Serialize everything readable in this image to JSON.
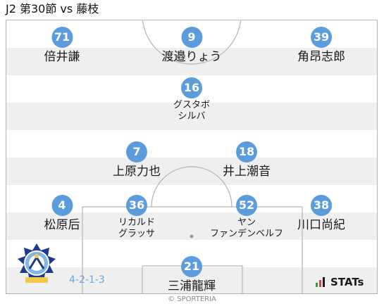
{
  "header": {
    "title": "J2 第30節 vs 藤枝"
  },
  "players": [
    {
      "number": "71",
      "name": "倍井謙"
    },
    {
      "number": "9",
      "name": "渡邉りょう"
    },
    {
      "number": "39",
      "name": "角昂志郎"
    },
    {
      "number": "16",
      "name_line1": "グスタボ",
      "name_line2": "シルバ"
    },
    {
      "number": "7",
      "name": "上原力也"
    },
    {
      "number": "18",
      "name": "井上潮音"
    },
    {
      "number": "4",
      "name": "松原后"
    },
    {
      "number": "36",
      "name_line1": "リカルド",
      "name_line2": "グラッサ"
    },
    {
      "number": "52",
      "name_line1": "ヤン",
      "name_line2": "ファンデンベルフ"
    },
    {
      "number": "38",
      "name": "川口尚紀"
    },
    {
      "number": "21",
      "name": "三浦龍輝"
    }
  ],
  "formation": "4-2-1-3",
  "branding": {
    "stats_logo": "STATs",
    "credit": "© SPORTERIA"
  },
  "emblem": {
    "icon": "club-crest-icon"
  },
  "colors": {
    "player_badge": "#5b9ddc",
    "formation_text": "#6ea5dc",
    "stripe": "#efefef"
  }
}
